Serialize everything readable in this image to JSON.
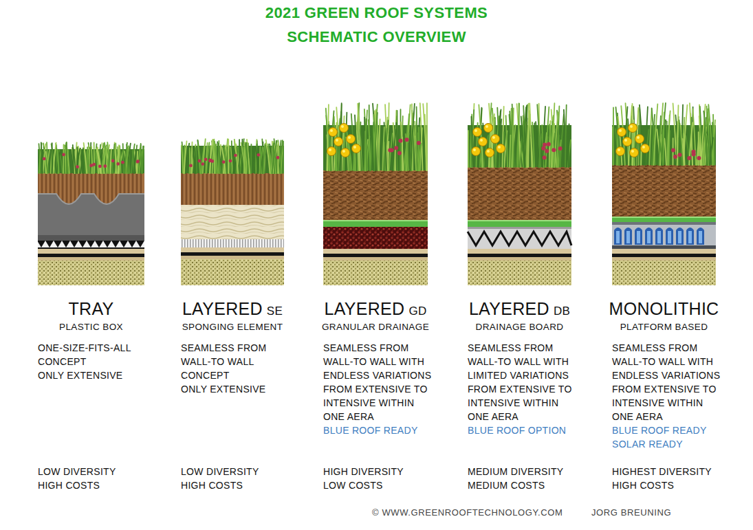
{
  "diagram": {
    "title": "2021 GREEN ROOF SYSTEMS SCHEMATIC OVERVIEW",
    "nodes": [
      {
        "text": [
          "TRAY",
          "PLASTIC BOX",
          "ONE-SIZE-FITS-ALL CONCEPT ONLY EXTENSIVE",
          "LOW DIVERSITY HIGH COSTS"
        ]
      },
      {
        "text": [
          "LAYERED",
          "SE",
          "SPONGING ELEMENT",
          "SEAMLESS FROM WALL-TO WALL CONCEPT ONLY EXTENSIVE",
          "LOW DIVERSITY HIGH COSTS"
        ]
      },
      {
        "text": [
          "LAYERED",
          "GD",
          "GRANULAR DRAINAGE",
          "SEAMLESS FROM WALL-TO WALL WITH ENDLESS VARIATIONS FROM EXTENSIVE TO INTENSIVE WITHIN ONE AERA",
          "BLUE ROOF READY",
          "HIGH DIVERSITY LOW COSTS"
        ]
      },
      {
        "text": [
          "LAYERED",
          "DB",
          "DRAINAGE BOARD",
          "SEAMLESS FROM WALL-TO WALL WITH LIMITED VARIATIONS FROM EXTENSIVE TO INTENSIVE WITHIN ONE AERA",
          "BLUE ROOF OPTION",
          "MEDIUM DIVERSITY MEDIUM COSTS"
        ]
      },
      {
        "text": [
          "MONOLITHIC",
          "PLATFORM BASED",
          "SEAMLESS FROM WALL-TO WALL WITH ENDLESS VARIATIONS FROM EXTENSIVE TO INTENSIVE WITHIN ONE AERA",
          "BLUE ROOF READY",
          "SOLAR READY",
          "HIGHEST DIVERSITY HIGH COSTS"
        ]
      }
    ],
    "labels": [
      "© WWW.GREENROOFTECHNOLOGY.COM",
      "JORG BREUNING"
    ]
  }
}
